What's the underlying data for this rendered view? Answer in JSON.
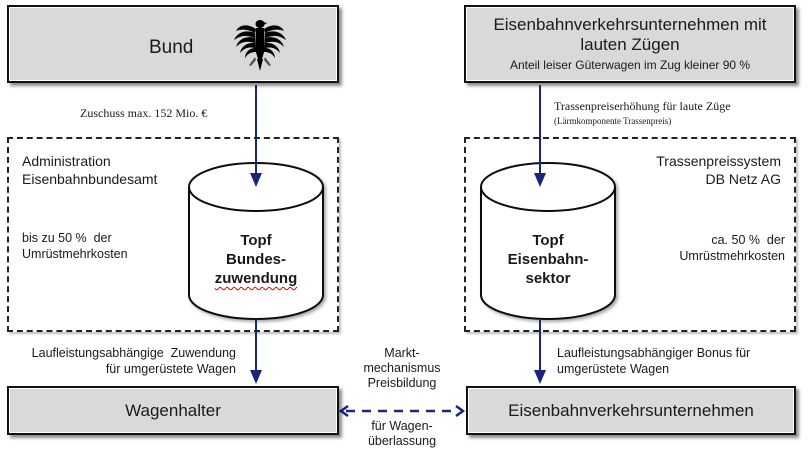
{
  "top_left": {
    "title": "Bund",
    "icon": "federal-eagle-icon"
  },
  "top_right": {
    "title_line1": "Eisenbahnverkehrsunternehmen mit",
    "title_line2": "lauten Zügen",
    "subtitle": "Anteil leiser Güterwagen im Zug kleiner 90 %"
  },
  "left_flow_label": "Zuschuss max. 152 Mio. €",
  "right_flow_label": {
    "line1": "Trassenpreiserhöhung für laute Züge",
    "line2": "(Lärmkomponente Trassenpreis)"
  },
  "left_container": {
    "title_line1": "Administration",
    "title_line2": "Eisenbahnbundesamt",
    "note_line1": "bis zu 50 %  der",
    "note_line2": "Umrüstmehrkosten",
    "pot": {
      "line1": "Topf",
      "line2": "Bundes-",
      "line3": "zuwendung"
    }
  },
  "right_container": {
    "title_line1": "Trassenpreissystem",
    "title_line2": "DB Netz AG",
    "note_line1": "ca. 50 %  der",
    "note_line2": "Umrüstmehrkosten",
    "pot": {
      "line1": "Topf",
      "line2": "Eisenbahn-",
      "line3": "sektor"
    }
  },
  "left_bottom_flow_label": {
    "line1": "Laufleistungsabhängige  Zuwendung",
    "line2": "für umgerüstete Wagen"
  },
  "right_bottom_flow_label": {
    "line1": "Laufleistungsabhängiger Bonus für",
    "line2": "umgerüstete Wagen"
  },
  "market_label": {
    "line1": "Markt-",
    "line2": "mechanismus",
    "line3": "Preisbildung"
  },
  "transfer_label": {
    "line1": "für Wagen-",
    "line2": "überlassung"
  },
  "bottom_left": {
    "title": "Wagenhalter"
  },
  "bottom_right": {
    "title": "Eisenbahnverkehrsunternehmen"
  },
  "colors": {
    "arrow": "#1a237e",
    "box_fill": "#d9d9d9",
    "border": "#111111"
  }
}
